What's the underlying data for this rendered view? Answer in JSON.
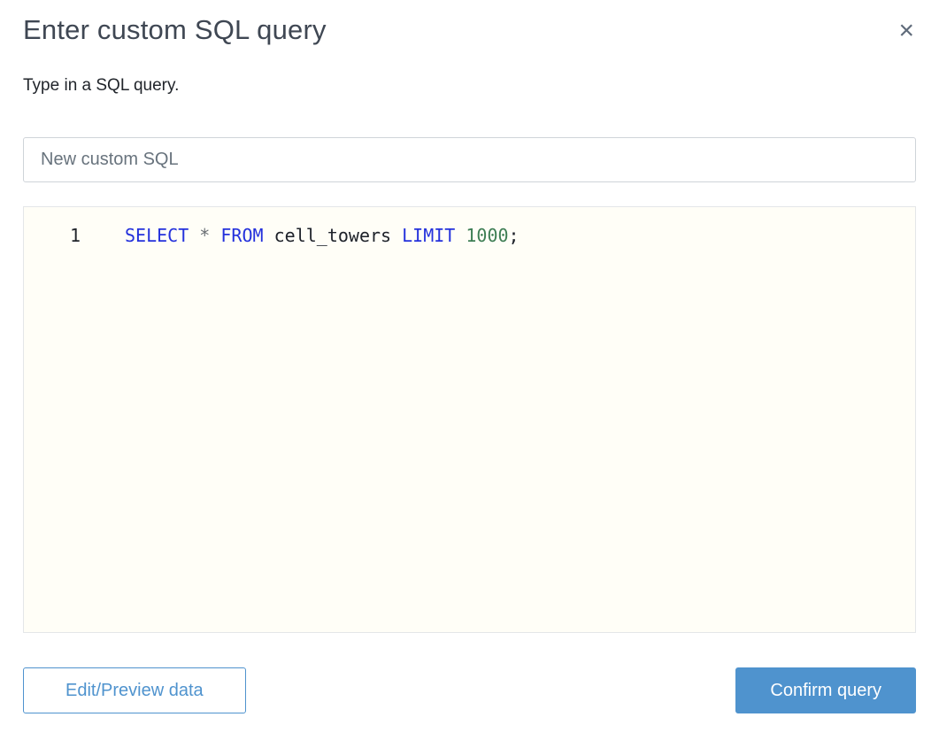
{
  "dialog": {
    "title": "Enter custom SQL query",
    "subtitle": "Type in a SQL query.",
    "close_glyph": "×"
  },
  "name_input": {
    "value": "New custom SQL"
  },
  "editor": {
    "line_number": "1",
    "code_text": "SELECT * FROM cell_towers LIMIT 1000;",
    "tokens": [
      {
        "text": "SELECT",
        "type": "keyword"
      },
      {
        "text": " ",
        "type": "plain"
      },
      {
        "text": "*",
        "type": "operator"
      },
      {
        "text": " ",
        "type": "plain"
      },
      {
        "text": "FROM",
        "type": "keyword"
      },
      {
        "text": " ",
        "type": "plain"
      },
      {
        "text": "cell_towers",
        "type": "identifier"
      },
      {
        "text": " ",
        "type": "plain"
      },
      {
        "text": "LIMIT",
        "type": "keyword"
      },
      {
        "text": " ",
        "type": "plain"
      },
      {
        "text": "1000",
        "type": "number"
      },
      {
        "text": ";",
        "type": "plain"
      }
    ]
  },
  "footer": {
    "edit_preview_label": "Edit/Preview data",
    "confirm_label": "Confirm query"
  },
  "colors": {
    "accent_blue": "#4f93ce",
    "keyword_blue": "#2431dc",
    "number_green": "#3e7e54",
    "editor_background": "#fffef7"
  }
}
